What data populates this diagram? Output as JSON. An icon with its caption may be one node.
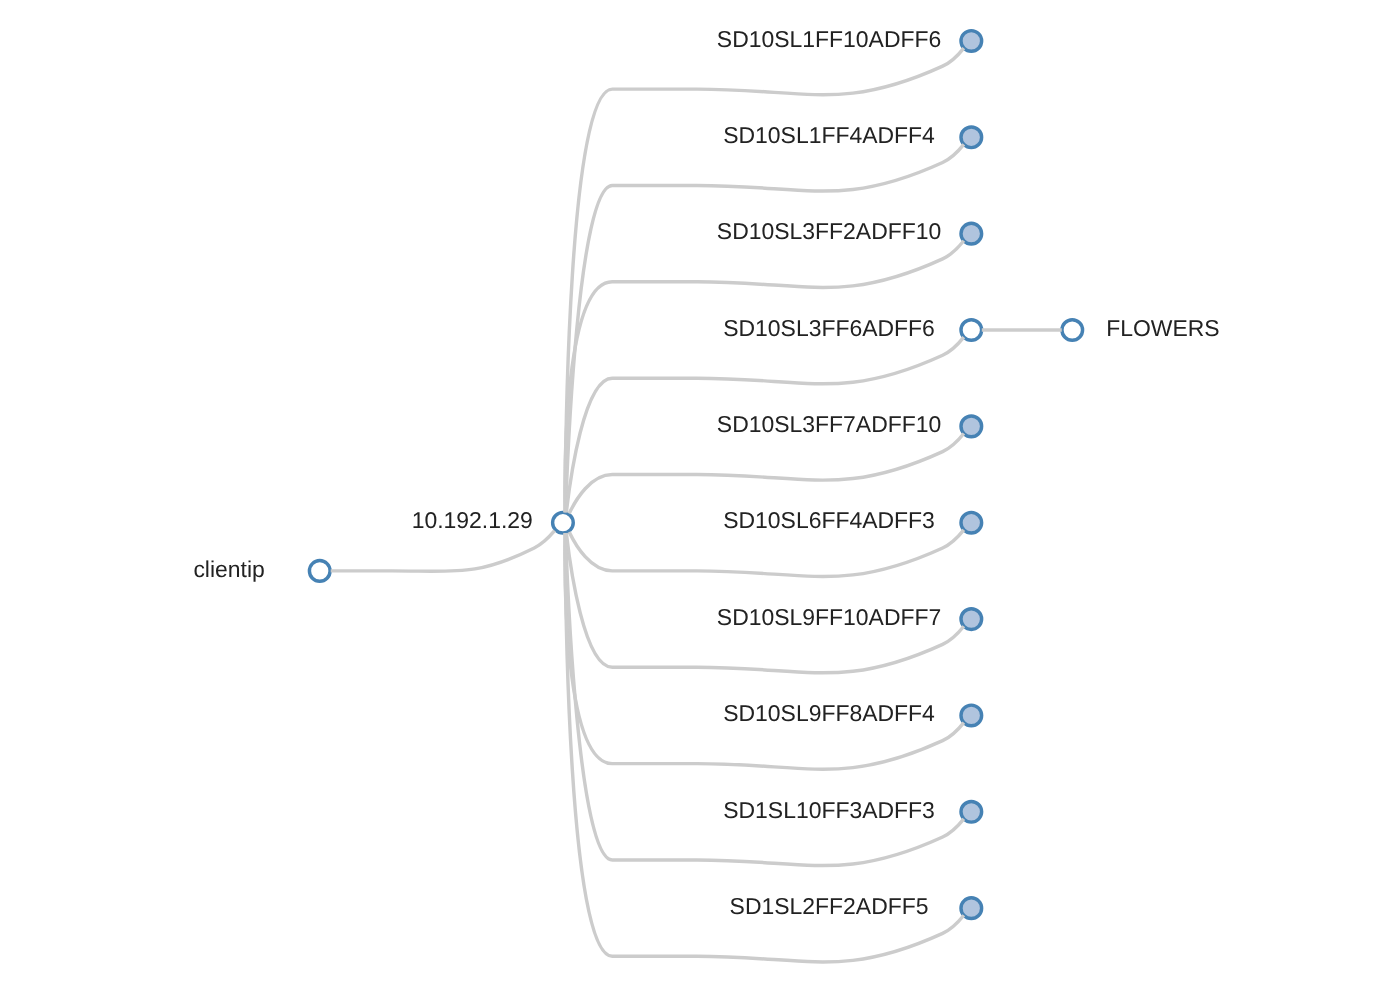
{
  "diagram": {
    "nodes": [
      {
        "text": [],
        "shape": "circle",
        "beside": [
          "clientip"
        ]
      },
      {
        "text": [],
        "shape": "circle",
        "beside": [
          "10.192.1.29"
        ]
      },
      {
        "text": [],
        "shape": "circle",
        "beside": [
          "SD10SL1FF10ADFF6"
        ]
      },
      {
        "text": [],
        "shape": "circle",
        "beside": [
          "SD10SL1FF4ADFF4"
        ]
      },
      {
        "text": [],
        "shape": "circle",
        "beside": [
          "SD10SL3FF2ADFF10"
        ]
      },
      {
        "text": [],
        "shape": "circle",
        "beside": [
          "SD10SL3FF6ADFF6"
        ]
      },
      {
        "text": [],
        "shape": "circle",
        "beside": [
          "SD10SL3FF7ADFF10"
        ]
      },
      {
        "text": [],
        "shape": "circle",
        "beside": [
          "SD10SL6FF4ADFF3"
        ]
      },
      {
        "text": [],
        "shape": "circle",
        "beside": [
          "SD10SL9FF10ADFF7"
        ]
      },
      {
        "text": [],
        "shape": "circle",
        "beside": [
          "SD10SL9FF8ADFF4"
        ]
      },
      {
        "text": [],
        "shape": "circle",
        "beside": [
          "SD1SL10FF3ADFF3"
        ]
      },
      {
        "text": [],
        "shape": "circle",
        "beside": [
          "SD1SL2FF2ADFF5"
        ]
      },
      {
        "text": [],
        "shape": "circle",
        "beside": [
          "FLOWERS"
        ]
      }
    ],
    "edges": [
      {
        "from": 0,
        "to": 1,
        "arrow": "none"
      },
      {
        "from": 1,
        "to": 2,
        "arrow": "none"
      },
      {
        "from": 1,
        "to": 3,
        "arrow": "none"
      },
      {
        "from": 1,
        "to": 4,
        "arrow": "none"
      },
      {
        "from": 1,
        "to": 5,
        "arrow": "none"
      },
      {
        "from": 1,
        "to": 6,
        "arrow": "none"
      },
      {
        "from": 1,
        "to": 7,
        "arrow": "none"
      },
      {
        "from": 1,
        "to": 8,
        "arrow": "none"
      },
      {
        "from": 1,
        "to": 9,
        "arrow": "none"
      },
      {
        "from": 1,
        "to": 10,
        "arrow": "none"
      },
      {
        "from": 1,
        "to": 11,
        "arrow": "none"
      },
      {
        "from": 5,
        "to": 12,
        "arrow": "none"
      }
    ]
  }
}
